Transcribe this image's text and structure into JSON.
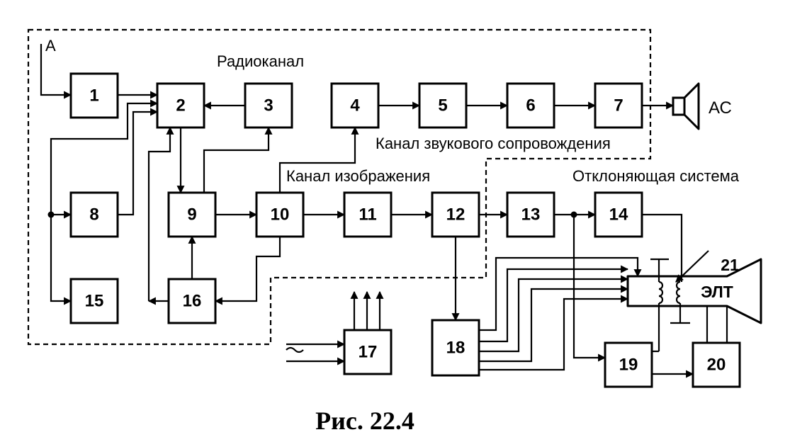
{
  "blocks": [
    {
      "id": "1",
      "label": "1"
    },
    {
      "id": "2",
      "label": "2"
    },
    {
      "id": "3",
      "label": "3"
    },
    {
      "id": "4",
      "label": "4"
    },
    {
      "id": "5",
      "label": "5"
    },
    {
      "id": "6",
      "label": "6"
    },
    {
      "id": "7",
      "label": "7"
    },
    {
      "id": "8",
      "label": "8"
    },
    {
      "id": "9",
      "label": "9"
    },
    {
      "id": "10",
      "label": "10"
    },
    {
      "id": "11",
      "label": "11"
    },
    {
      "id": "12",
      "label": "12"
    },
    {
      "id": "13",
      "label": "13"
    },
    {
      "id": "14",
      "label": "14"
    },
    {
      "id": "15",
      "label": "15"
    },
    {
      "id": "16",
      "label": "16"
    },
    {
      "id": "17",
      "label": "17"
    },
    {
      "id": "18",
      "label": "18"
    },
    {
      "id": "19",
      "label": "19"
    },
    {
      "id": "20",
      "label": "20"
    }
  ],
  "labels": {
    "antenna": "А",
    "radio_channel": "Радиоканал",
    "sound_channel": "Канал звукового сопровождения",
    "image_channel": "Канал изображения",
    "deflection_system": "Отклоняющая система",
    "speaker": "АС",
    "crt_number": "21",
    "crt": "ЭЛТ"
  },
  "caption": "Рис. 22.4"
}
